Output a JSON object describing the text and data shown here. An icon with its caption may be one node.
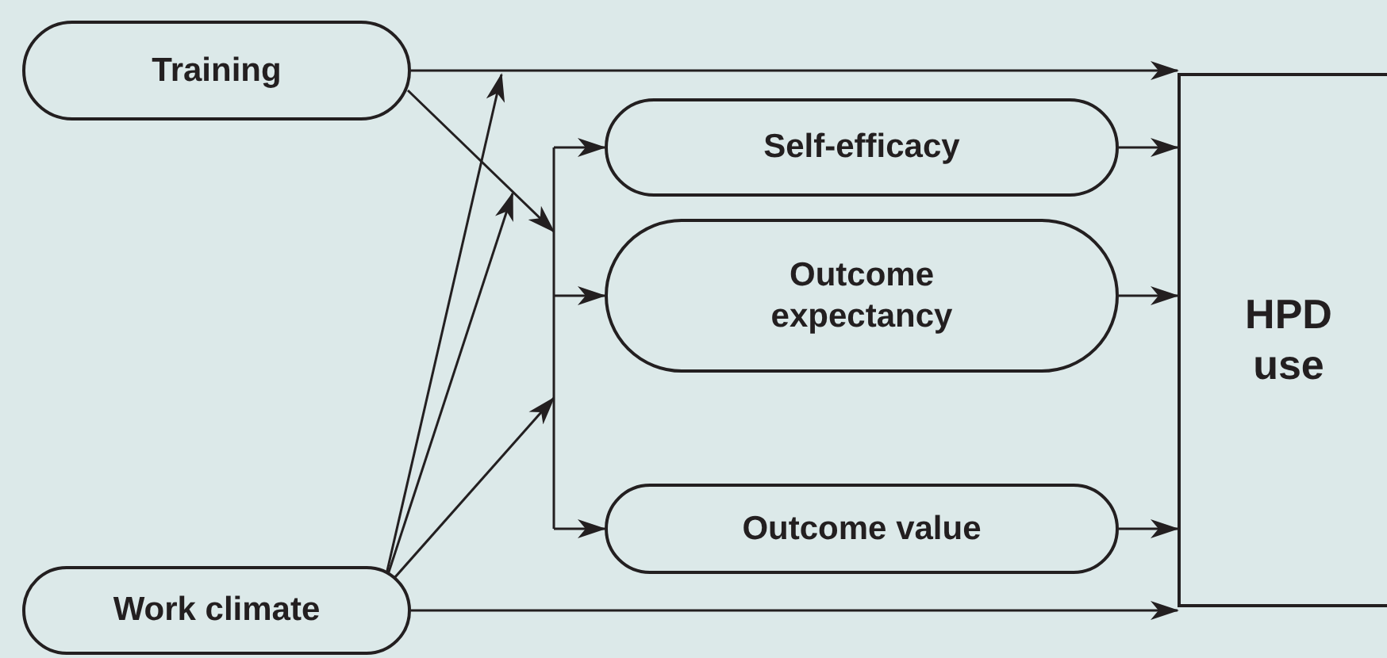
{
  "diagram": {
    "nodes": [
      {
        "text": [
          "Training"
        ]
      },
      {
        "text": [
          "Work climate"
        ]
      },
      {
        "text": [
          "Self-efficacy"
        ]
      },
      {
        "text": [
          "Outcome expectancy"
        ]
      },
      {
        "text": [
          "Outcome value"
        ]
      },
      {
        "text": [
          "HPD use"
        ]
      }
    ],
    "edges": [
      {
        "from": 0,
        "to": 5,
        "arrow": "to"
      },
      {
        "from": 1,
        "to": 5,
        "arrow": "to"
      },
      {
        "from": 0,
        "to": 2,
        "arrow": "to"
      },
      {
        "from": 0,
        "to": 3,
        "arrow": "to"
      },
      {
        "from": 0,
        "to": 4,
        "arrow": "to"
      },
      {
        "from": 1,
        "to": 2,
        "arrow": "to"
      },
      {
        "from": 1,
        "to": 3,
        "arrow": "to"
      },
      {
        "from": 1,
        "to": 4,
        "arrow": "to"
      },
      {
        "from": 1,
        "to": null,
        "arrow": "to"
      },
      {
        "from": 1,
        "to": null,
        "arrow": "to"
      },
      {
        "from": 2,
        "to": 5,
        "arrow": "to"
      },
      {
        "from": 3,
        "to": 5,
        "arrow": "to"
      },
      {
        "from": 4,
        "to": 5,
        "arrow": "to"
      }
    ]
  }
}
